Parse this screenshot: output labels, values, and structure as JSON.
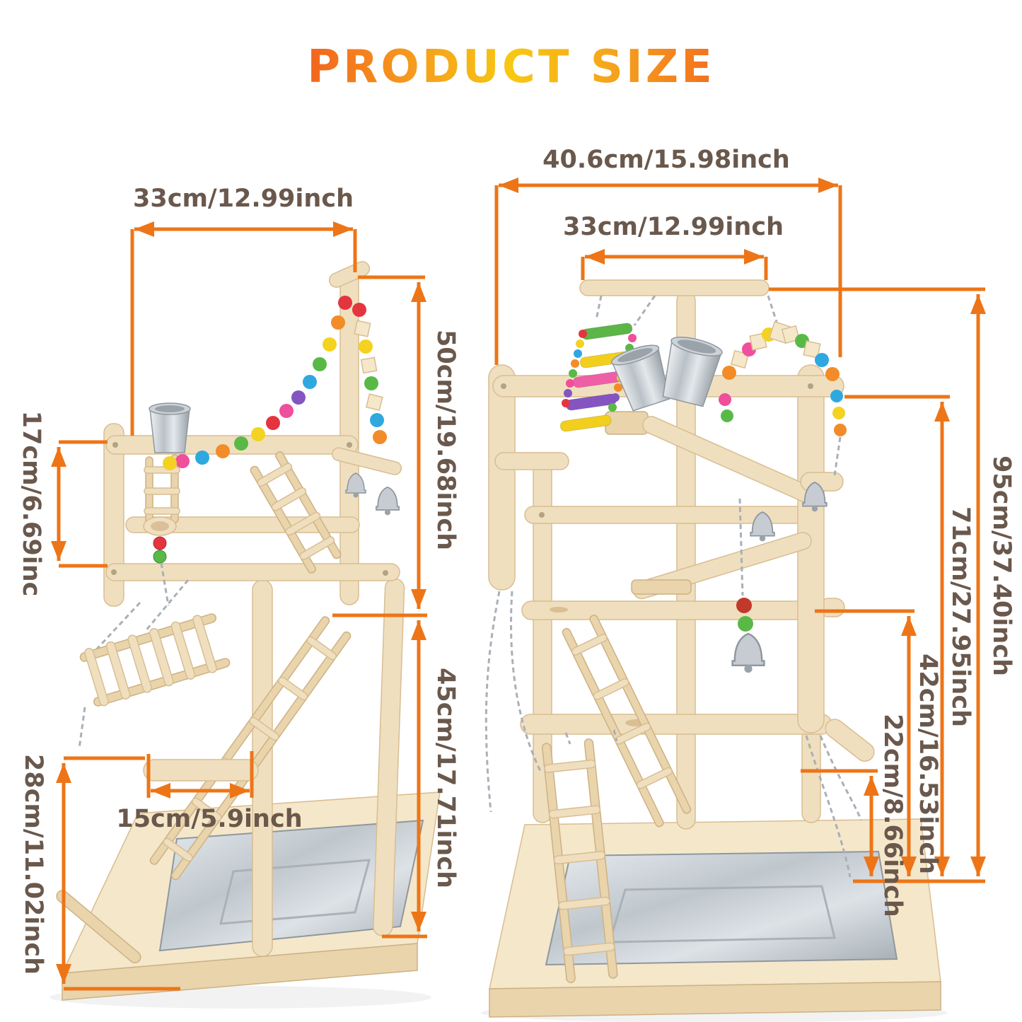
{
  "title": "PRODUCT SIZE",
  "accent_color": "#ED7517",
  "label_color": "#6A584C",
  "left_view": {
    "top_width": "33cm/12.99inch",
    "side_perch_height": "17cm/6.69inc",
    "upper_section_height": "50cm/19.68inch",
    "lower_section_height": "45cm/17.71inch",
    "base_stand_height": "28cm/11.02inch",
    "front_perch_length": "15cm/5.9inch"
  },
  "right_view": {
    "overall_width": "40.6cm/15.98inch",
    "top_perch_width": "33cm/12.99inch",
    "overall_height": "95cm/37.40inch",
    "frame_height": "71cm/27.95inch",
    "middle_height": "42cm/16.53inch",
    "side_perch_height": "22cm/8.66inch"
  }
}
